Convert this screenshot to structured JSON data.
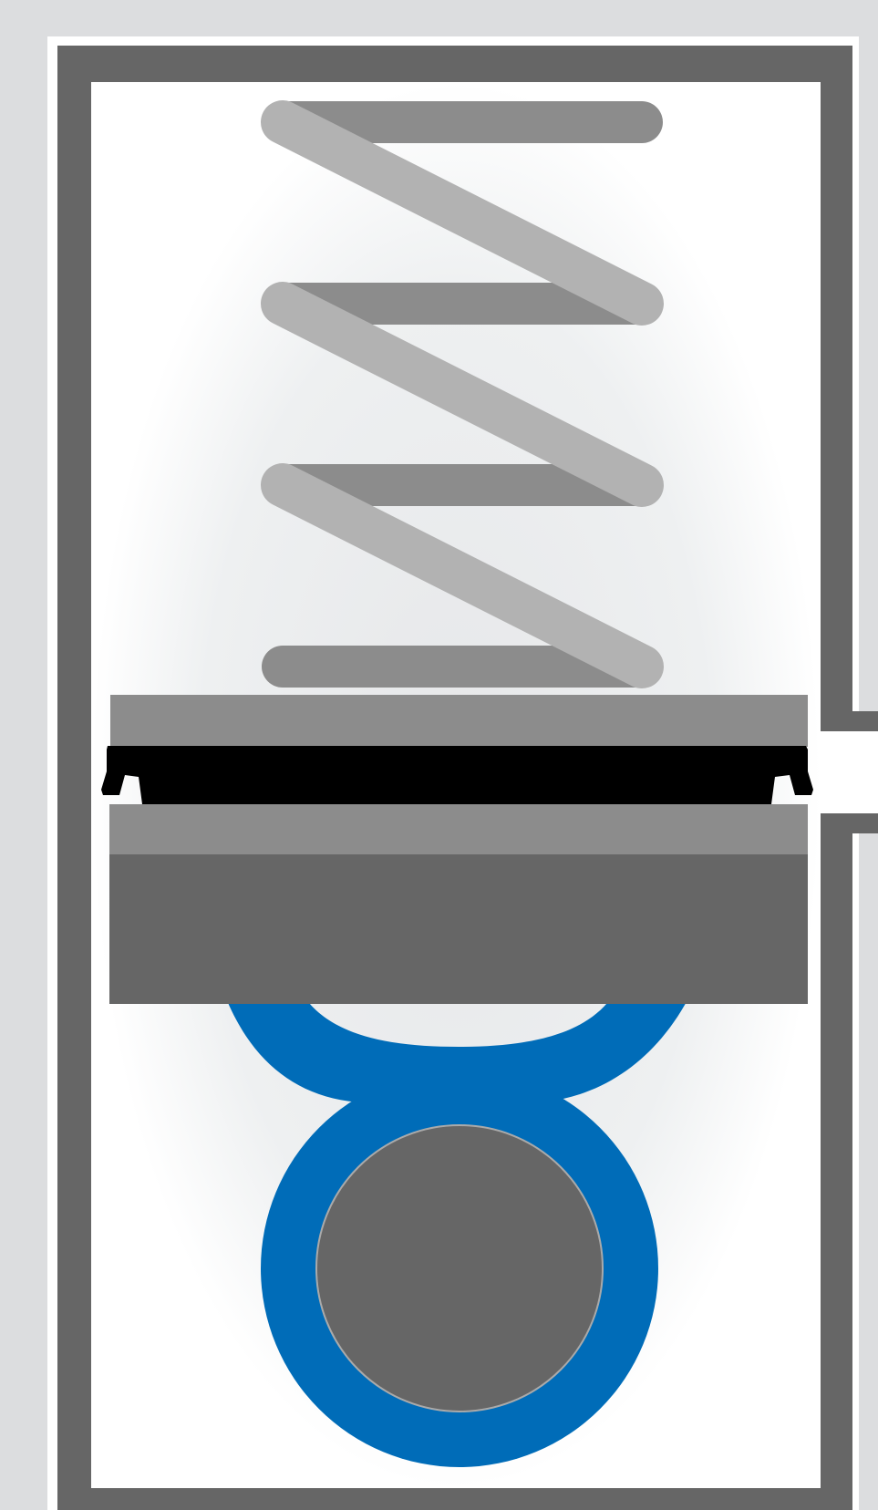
{
  "diagram": {
    "kind": "spring-loaded piston seal cross-section",
    "components": [
      {
        "id": "housing",
        "label": "",
        "icon": "housing-wall"
      },
      {
        "id": "spring",
        "label": "",
        "icon": "coil-spring",
        "turns": 3
      },
      {
        "id": "upper-plate",
        "label": "",
        "icon": "plate"
      },
      {
        "id": "seal-lip",
        "label": "",
        "icon": "seal-lip"
      },
      {
        "id": "piston-head",
        "label": "",
        "icon": "piston-block"
      },
      {
        "id": "connecting-link",
        "label": "",
        "icon": "blue-link"
      },
      {
        "id": "pin",
        "label": "",
        "icon": "circular-pin"
      }
    ],
    "colors": {
      "background": "#dcdddf",
      "panel": "#ffffff",
      "housing": "#666666",
      "spring_front": "#b2b2b2",
      "spring_back": "#8c8c8c",
      "plate": "#8c8c8c",
      "seal": "#000000",
      "link": "#006cb8",
      "pin": "#666666"
    }
  }
}
